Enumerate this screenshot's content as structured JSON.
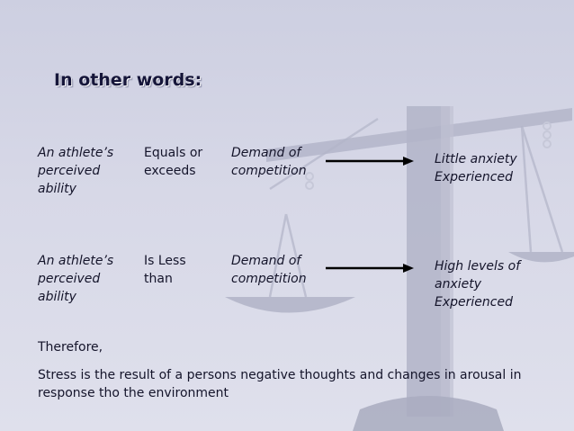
{
  "title": "In other words:",
  "rows": [
    {
      "subject": [
        "An athlete’s",
        "perceived",
        "ability"
      ],
      "relation": [
        "Equals or",
        "exceeds"
      ],
      "object": [
        "Demand of",
        "competition"
      ],
      "result": [
        "Little anxiety",
        "Experienced"
      ]
    },
    {
      "subject": [
        "An athlete’s",
        "perceived",
        "ability"
      ],
      "relation": [
        "Is Less",
        "than"
      ],
      "object": [
        "Demand of",
        "competition"
      ],
      "result": [
        "High levels of",
        "anxiety",
        "Experienced"
      ]
    }
  ],
  "therefore": "Therefore,",
  "conclusion": [
    "Stress is the result of a persons negative thoughts and changes in arousal in",
    "response tho the environment"
  ]
}
